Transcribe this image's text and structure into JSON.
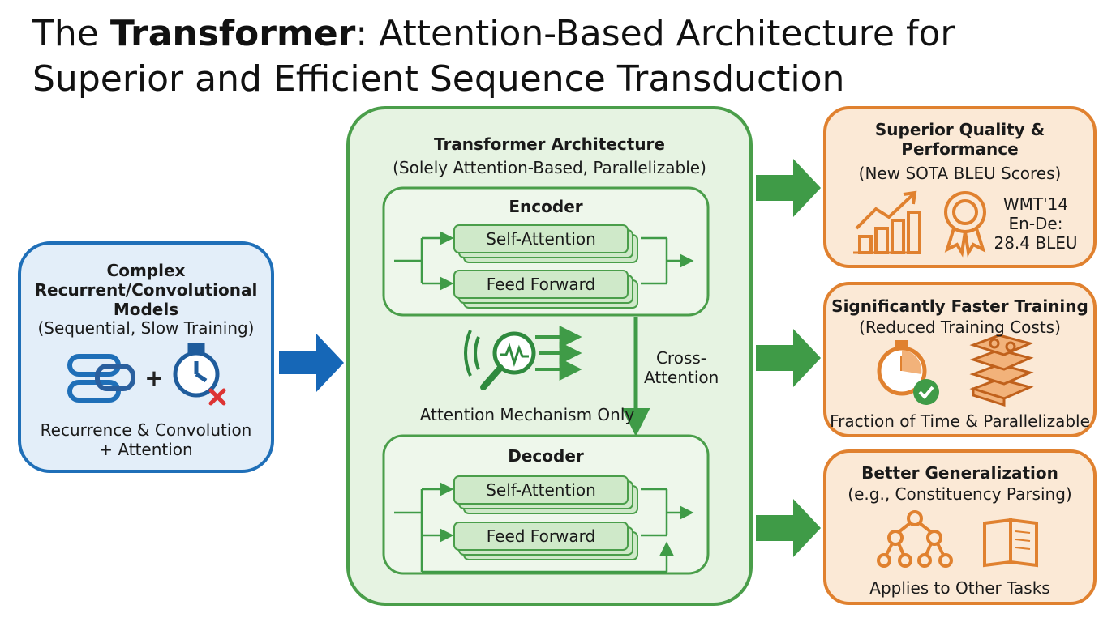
{
  "title": {
    "prefix": "The ",
    "bold": "Transformer",
    "rest_line1": ": Attention-Based Architecture for",
    "line2": "Superior and Efficient Sequence Transduction"
  },
  "left_box": {
    "heading_lines": [
      "Complex",
      "Recurrent/Convolutional",
      "Models"
    ],
    "subtitle": "(Sequential, Slow Training)",
    "plus_sign": "+",
    "footer_lines": [
      "Recurrence & Convolution",
      "+ Attention"
    ],
    "icons": [
      "chain-link-icon",
      "stopwatch-icon",
      "red-x-icon"
    ]
  },
  "center": {
    "heading": "Transformer Architecture",
    "subtitle": "(Solely Attention-Based, Parallelizable)",
    "encoder": {
      "title": "Encoder",
      "layers": [
        "Self-Attention",
        "Feed Forward"
      ]
    },
    "decoder": {
      "title": "Decoder",
      "layers": [
        "Self-Attention",
        "Feed Forward"
      ]
    },
    "cross_attention_lines": [
      "Cross-",
      "Attention"
    ],
    "mechanism_label": "Attention Mechanism Only",
    "icons": [
      "magnifier-waveform-icon"
    ]
  },
  "right_boxes": [
    {
      "heading_lines": [
        "Superior Quality &",
        "Performance"
      ],
      "subtitle": "(New SOTA BLEU Scores)",
      "stat_lines": [
        "WMT'14",
        "En-De:",
        "28.4 BLEU"
      ],
      "icons": [
        "bar-chart-trend-icon",
        "award-ribbon-icon"
      ]
    },
    {
      "heading_lines": [
        "Significantly Faster Training"
      ],
      "subtitle": "(Reduced Training Costs)",
      "footer": "Fraction of Time & Parallelizable",
      "icons": [
        "stopwatch-check-icon",
        "gpu-stack-icon"
      ]
    },
    {
      "heading_lines": [
        "Better Generalization"
      ],
      "subtitle": "(e.g., Constituency Parsing)",
      "footer": "Applies to Other Tasks",
      "icons": [
        "tree-icon",
        "book-icon"
      ]
    }
  ],
  "colors": {
    "blue": "#1f6fb8",
    "blue_fill": "#e3eef9",
    "green": "#4a9e4a",
    "green_fill": "#e6f3e2",
    "green_layer": "#cfe9c9",
    "orange": "#e0812f",
    "orange_fill": "#fbe9d6",
    "arrow_blue": "#1667b7",
    "arrow_green": "#3f9b47",
    "red": "#d33"
  }
}
